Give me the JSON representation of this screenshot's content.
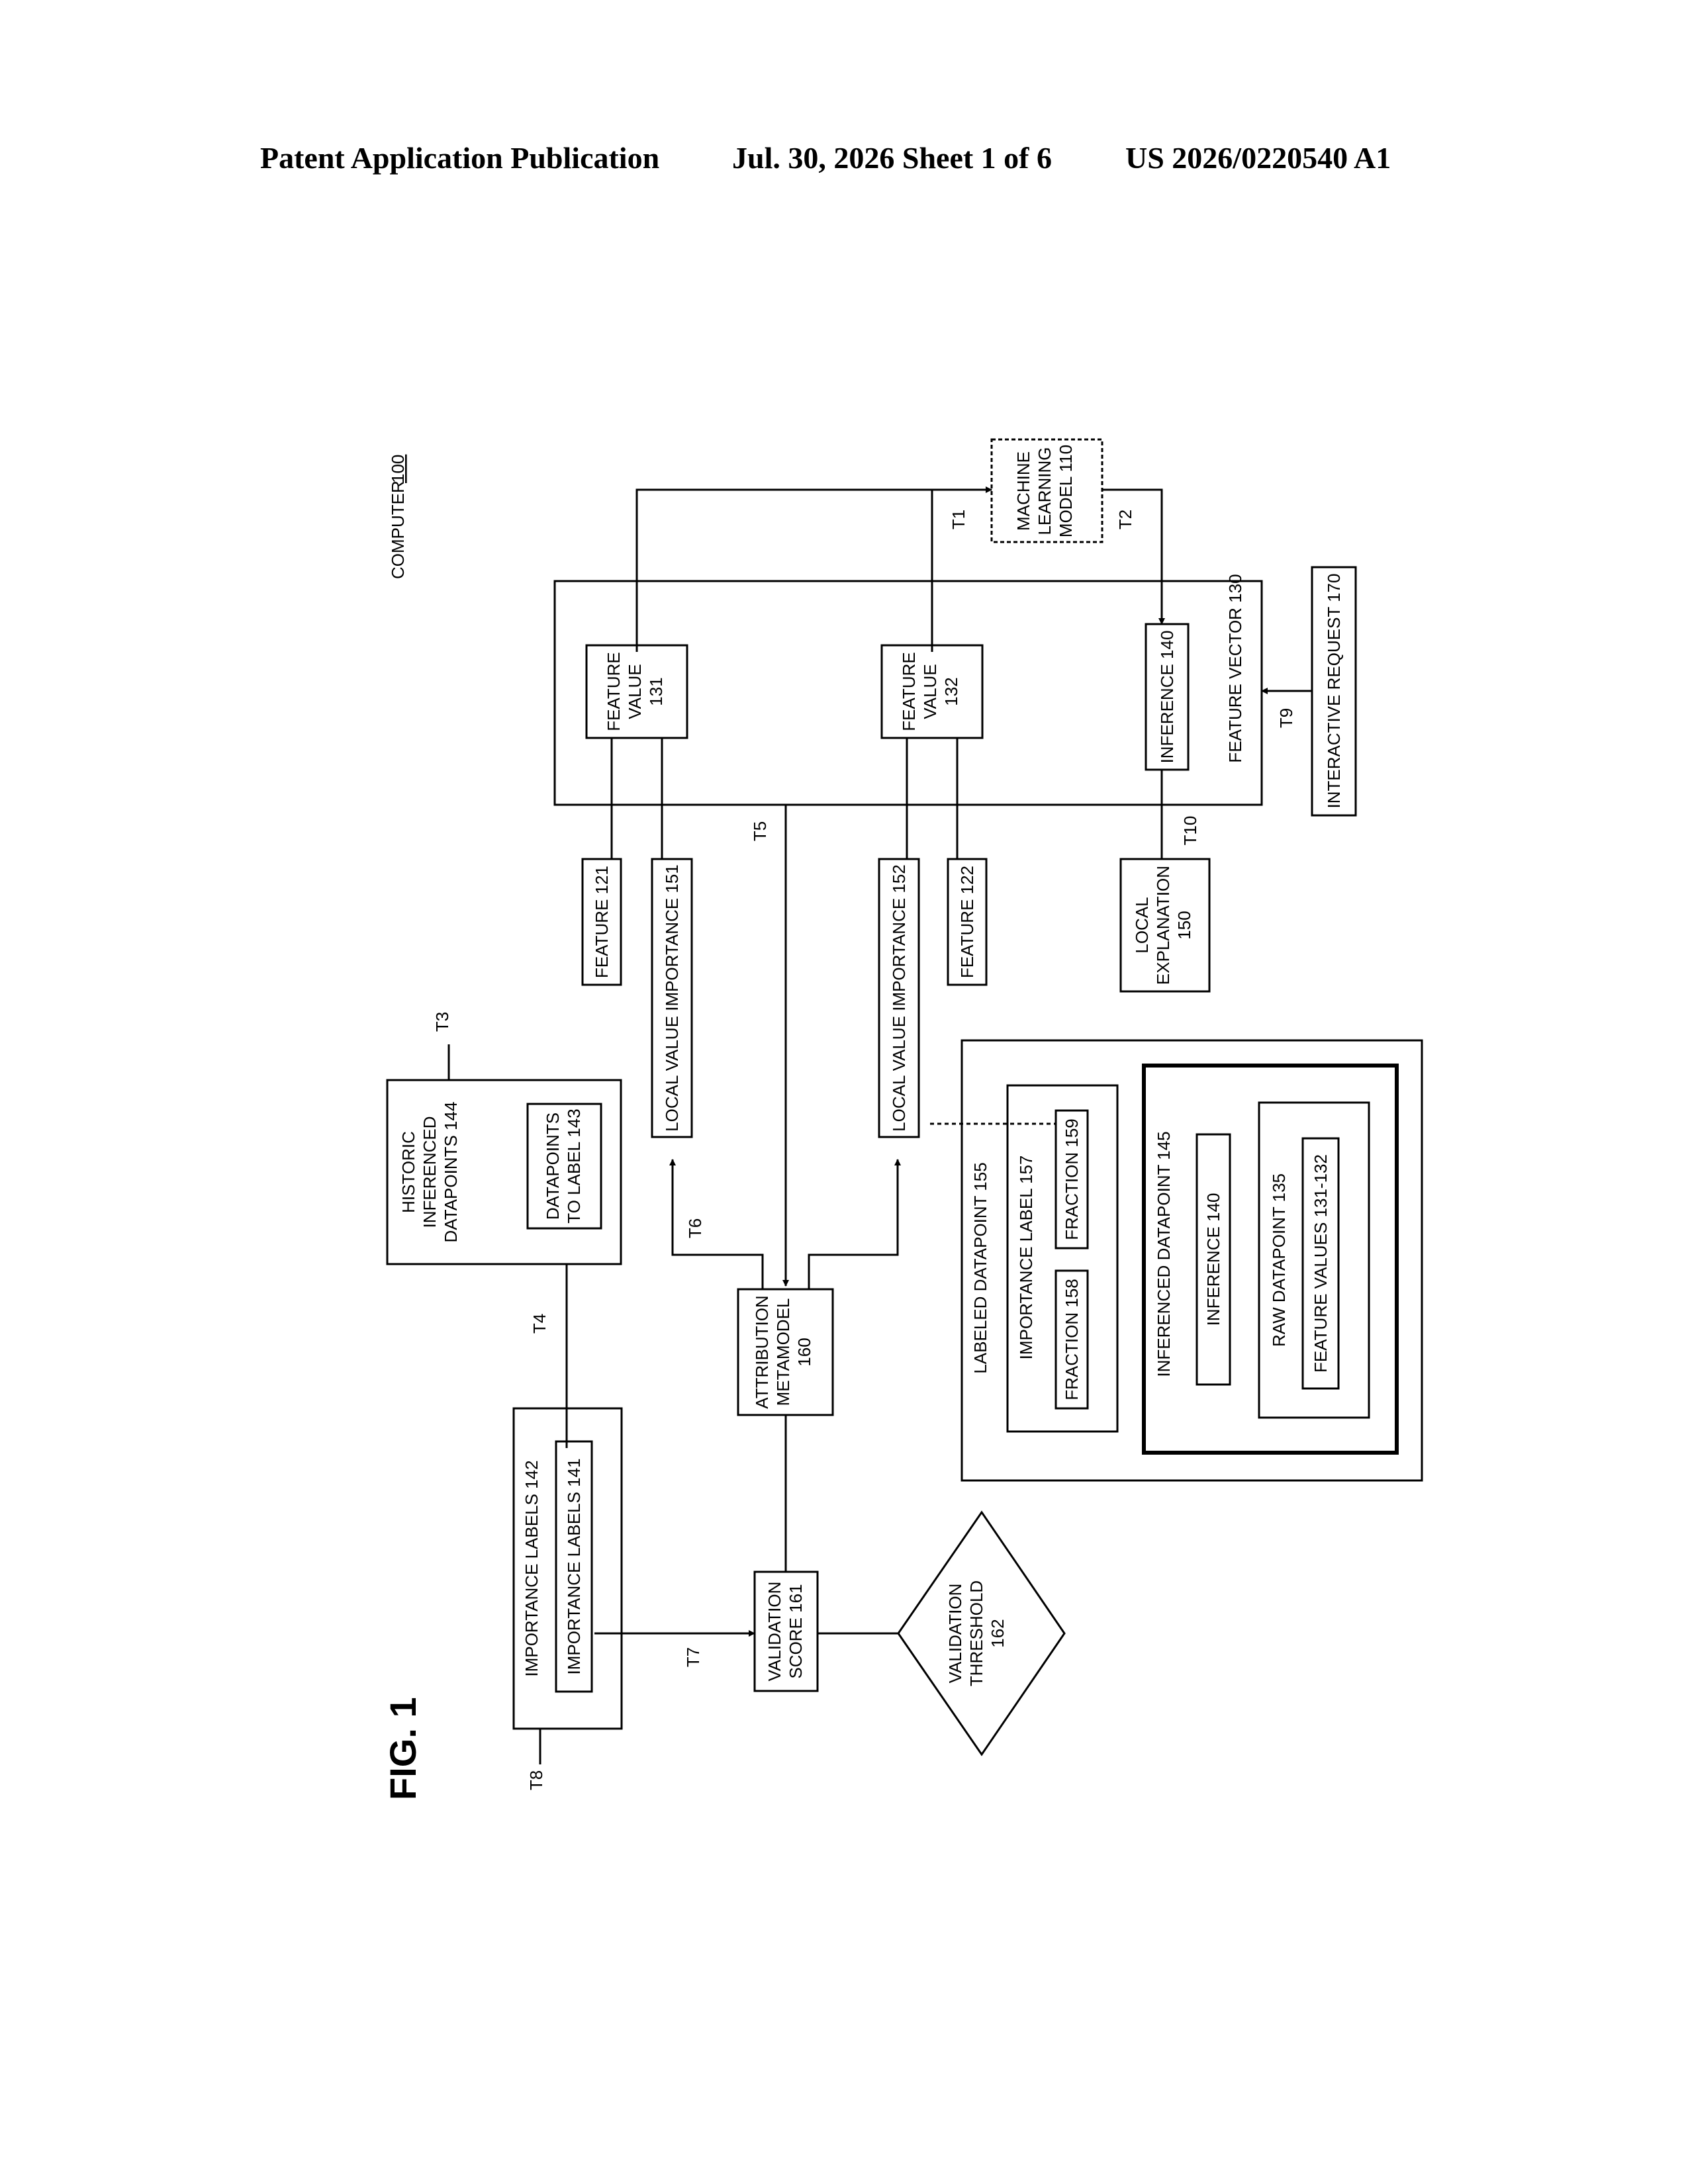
{
  "header": {
    "publication": "Patent Application Publication",
    "date_sheet": "Jul. 30, 2026  Sheet 1 of 6",
    "number": "US 2026/0220540 A1"
  },
  "figure": {
    "title": "FIG. 1",
    "computer_label": "COMPUTER",
    "computer_number": "100",
    "boxes": {
      "ml_model": [
        "MACHINE",
        "LEARNING",
        "MODEL 110"
      ],
      "feature_vector": "FEATURE VECTOR 130",
      "feature_value_131": [
        "FEATURE",
        "VALUE",
        "131"
      ],
      "feature_value_132": [
        "FEATURE",
        "VALUE",
        "132"
      ],
      "inference_140": "INFERENCE 140",
      "interactive_request": "INTERACTIVE REQUEST 170",
      "feature_121": "FEATURE 121",
      "feature_122": "FEATURE 122",
      "lvi_151": "LOCAL VALUE IMPORTANCE 151",
      "lvi_152": "LOCAL VALUE IMPORTANCE 152",
      "local_explanation": [
        "LOCAL",
        "EXPLANATION",
        "150"
      ],
      "historic": [
        "HISTORIC",
        "INFERENCED",
        "DATAPOINTS 144"
      ],
      "datapoints_to_label": [
        "DATAPOINTS",
        "TO LABEL 143"
      ],
      "importance_labels_142": "IMPORTANCE LABELS 142",
      "importance_labels_141": "IMPORTANCE LABELS 141",
      "attribution": [
        "ATTRIBUTION",
        "METAMODEL",
        "160"
      ],
      "validation_score": [
        "VALIDATION",
        "SCORE 161"
      ],
      "validation_threshold": [
        "VALIDATION",
        "THRESHOLD",
        "162"
      ],
      "labeled_datapoint": "LABELED DATAPOINT 155",
      "importance_label_157": "IMPORTANCE LABEL 157",
      "fraction_158": "FRACTION 158",
      "fraction_159": "FRACTION 159",
      "inferenced_datapoint": "INFERENCED  DATAPOINT 145",
      "inference_140_inner": "INFERENCE 140",
      "raw_datapoint": "RAW DATAPOINT 135",
      "feature_values": "FEATURE VALUES 131-132"
    },
    "step_labels": {
      "t1": "T1",
      "t2": "T2",
      "t3": "T3",
      "t4": "T4",
      "t5": "T5",
      "t6": "T6",
      "t7": "T7",
      "t8": "T8",
      "t9": "T9",
      "t10": "T10"
    }
  }
}
